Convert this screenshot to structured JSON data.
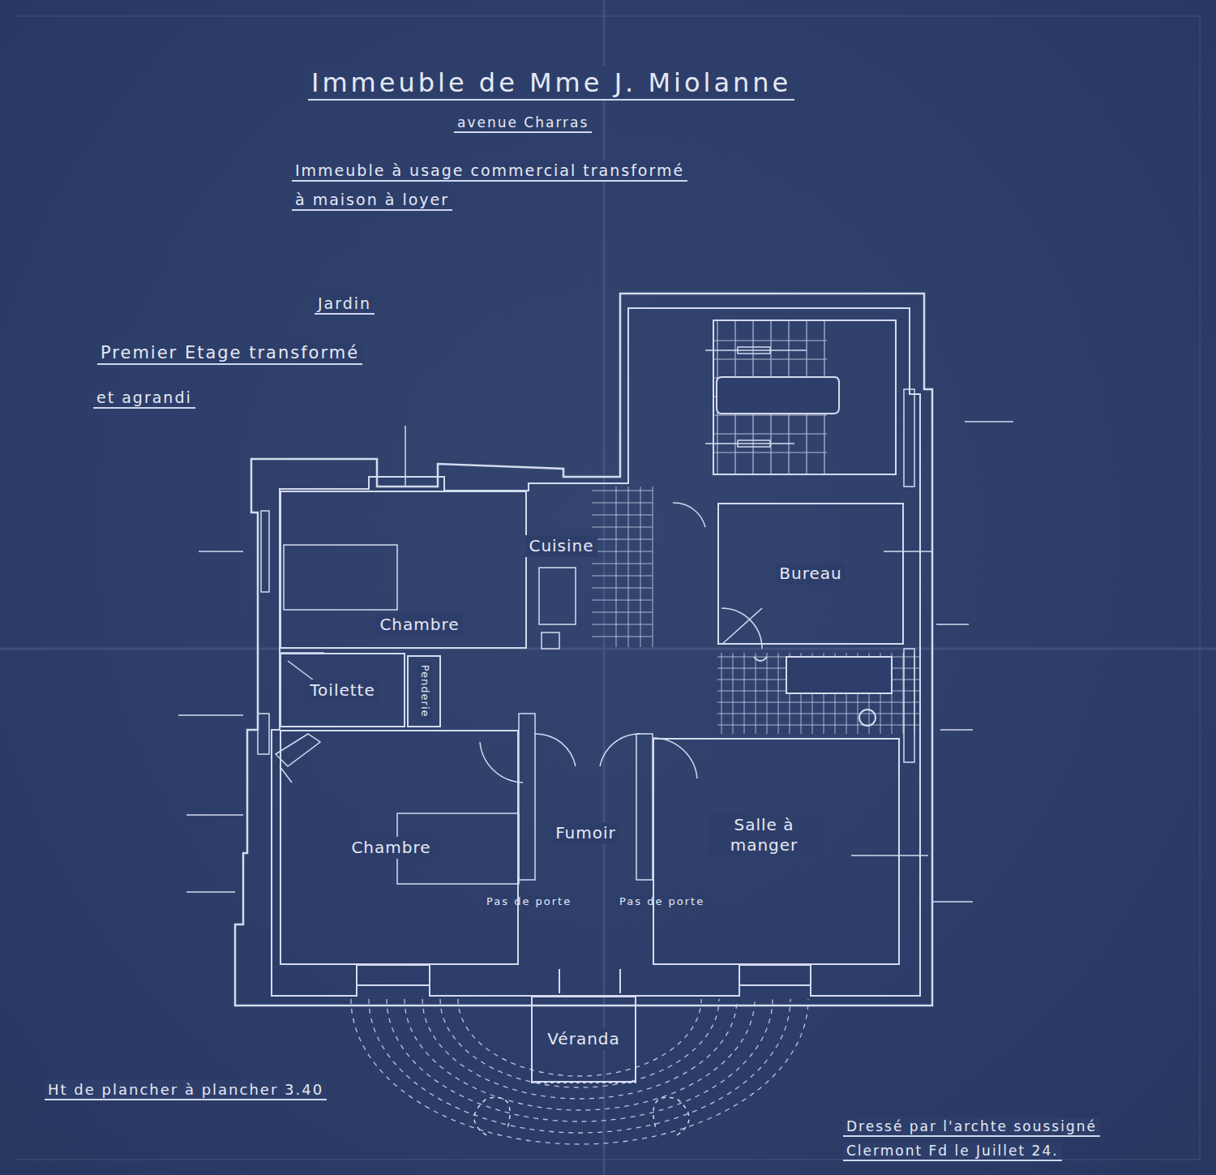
{
  "diagram": {
    "title": "Immeuble de Mme J. Miolanne",
    "nodes": [
      {
        "text": [
          "Chambre"
        ]
      },
      {
        "text": [
          "Cuisine"
        ]
      },
      {
        "text": [
          "Bureau"
        ]
      },
      {
        "text": [
          "Toilette"
        ]
      },
      {
        "text": [
          "Penderie"
        ]
      },
      {
        "text": [
          "Chambre"
        ]
      },
      {
        "text": [
          "Fumoir"
        ]
      },
      {
        "text": [
          "Salle à manger"
        ]
      },
      {
        "text": [
          "Véranda"
        ]
      }
    ],
    "labels": [
      "avenue Charras",
      "Immeuble à usage commercial transformé",
      "à maison à loyer",
      "Jardin",
      "Premier Etage transformé",
      "et agrandi",
      "Pas de porte",
      "Pas de porte",
      "Ht de plancher à plancher 3.40",
      "Dressé par l'archte soussigné",
      "Clermont Fd le Juillet 24."
    ]
  }
}
